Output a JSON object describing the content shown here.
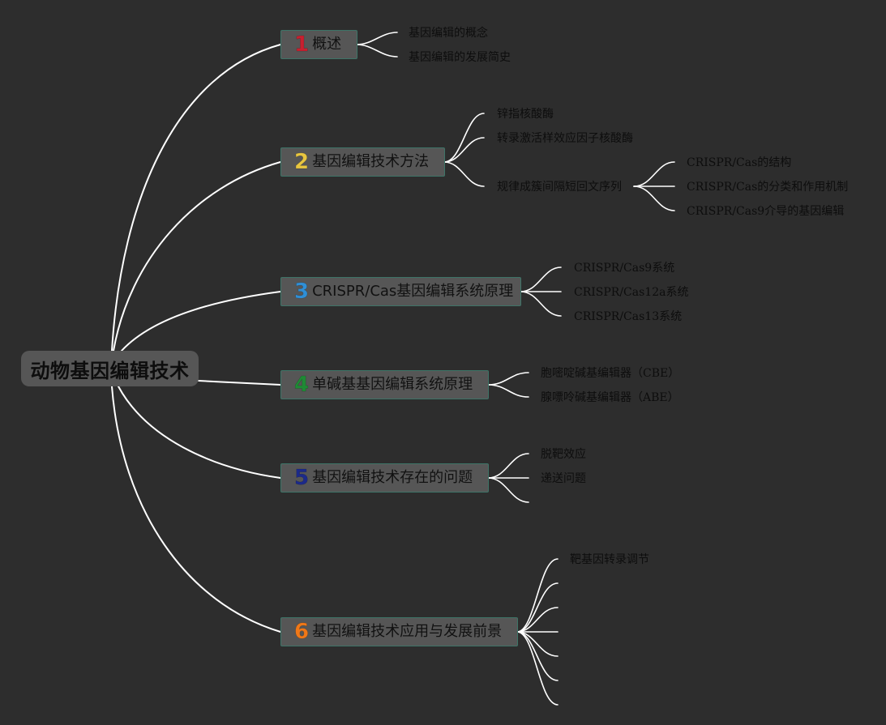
{
  "root": {
    "label": "动物基因编辑技术"
  },
  "branches": [
    {
      "num": "1",
      "num_color": "#c8202f",
      "label": "概述",
      "children": [
        "基因编辑的概念",
        "基因编辑的发展简史"
      ]
    },
    {
      "num": "2",
      "num_color": "#e8c640",
      "label": "基因编辑技术方法",
      "children": [
        "锌指核酸酶",
        "转录激活样效应因子核酸酶",
        "规律成簇间隔短回文序列"
      ],
      "grandchildren": [
        "CRISPR/Cas的结构",
        "CRISPR/Cas的分类和作用机制",
        "CRISPR/Cas9介导的基因编辑"
      ]
    },
    {
      "num": "3",
      "num_color": "#2f8fd6",
      "label": "CRISPR/Cas基因编辑系统原理",
      "children": [
        "CRISPR/Cas9系统",
        "CRISPR/Cas12a系统",
        "CRISPR/Cas13系统"
      ]
    },
    {
      "num": "4",
      "num_color": "#1f8a35",
      "label": "单碱基基因编辑系统原理",
      "children": [
        "胞嘧啶碱基编辑器（CBE）",
        "腺嘌呤碱基编辑器（ABE）"
      ]
    },
    {
      "num": "5",
      "num_color": "#1c2a8a",
      "label": "基因编辑技术存在的问题",
      "children": [
        "脱靶效应",
        "递送问题"
      ]
    },
    {
      "num": "6",
      "num_color": "#f07818",
      "label": "基因编辑技术应用与发展前景",
      "children": [
        "靶基因转录调节"
      ]
    }
  ]
}
